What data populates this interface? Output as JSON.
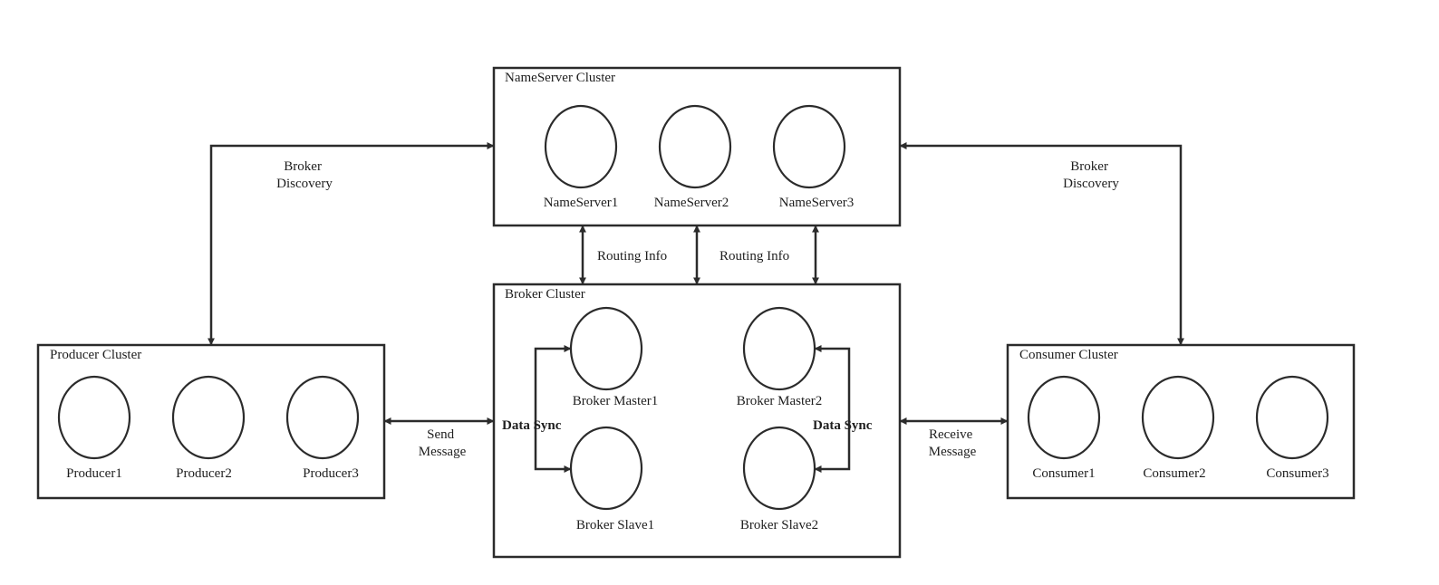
{
  "colors": {
    "stroke": "#2b2b2b",
    "background": "#ffffff",
    "text": "#1e1e1e"
  },
  "clusters": {
    "nameserver": {
      "title": "NameServer Cluster",
      "nodes": [
        "NameServer1",
        "NameServer2",
        "NameServer3"
      ]
    },
    "broker": {
      "title": "Broker Cluster",
      "masters": [
        "Broker Master1",
        "Broker Master2"
      ],
      "slaves": [
        "Broker Slave1",
        "Broker Slave2"
      ]
    },
    "producer": {
      "title": "Producer Cluster",
      "nodes": [
        "Producer1",
        "Producer2",
        "Producer3"
      ]
    },
    "consumer": {
      "title": "Consumer Cluster",
      "nodes": [
        "Consumer1",
        "Consumer2",
        "Consumer3"
      ]
    }
  },
  "edges": {
    "broker_discovery_left": [
      "Broker",
      "Discovery"
    ],
    "broker_discovery_right": [
      "Broker",
      "Discovery"
    ],
    "routing_info_1": "Routing Info",
    "routing_info_2": "Routing Info",
    "send_message": [
      "Send",
      "Message"
    ],
    "receive_message": [
      "Receive",
      "Message"
    ],
    "data_sync_left": "Data Sync",
    "data_sync_right": "Data Sync"
  }
}
